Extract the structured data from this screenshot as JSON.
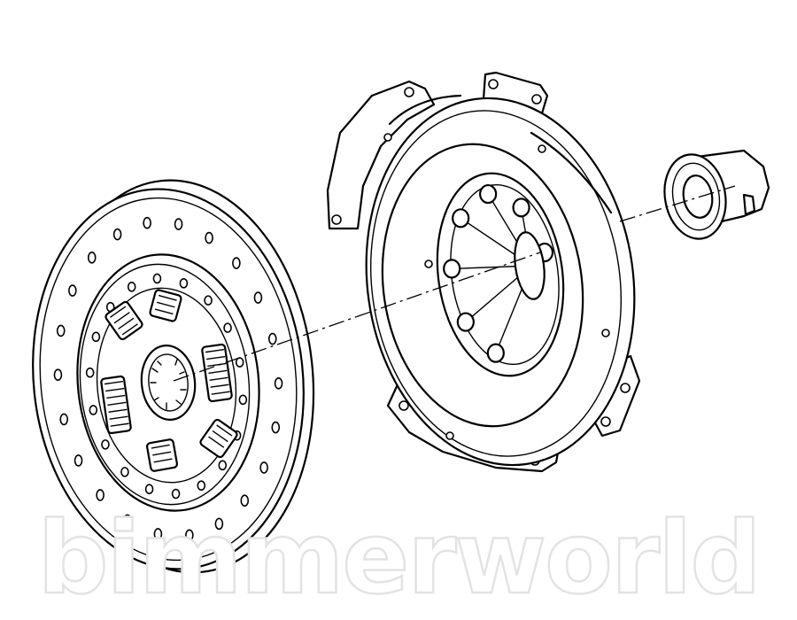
{
  "watermark": {
    "text": "bimmerworld",
    "stroke_color": "#e3e3e3"
  },
  "diagram": {
    "parts": [
      {
        "id": "clutch-disc",
        "icon": "clutch-disc-icon"
      },
      {
        "id": "pressure-plate",
        "icon": "pressure-plate-icon"
      },
      {
        "id": "release-bearing",
        "icon": "release-bearing-icon"
      }
    ],
    "line_color": "#000000",
    "background": "#ffffff"
  }
}
